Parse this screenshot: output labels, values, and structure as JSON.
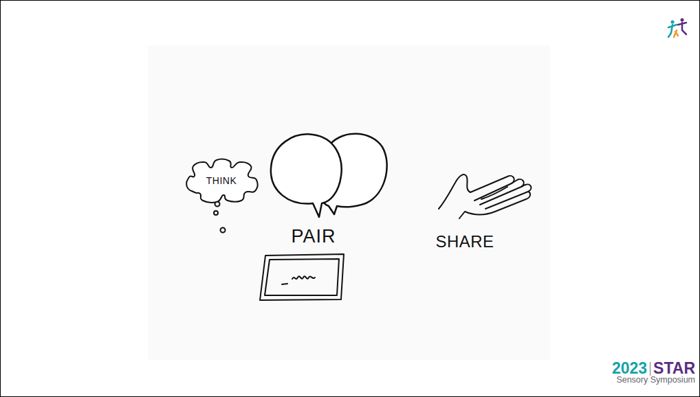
{
  "diagram": {
    "nodes": [
      {
        "text": [
          "THINK"
        ]
      }
    ],
    "labels": [
      "PAIR",
      "SHARE",
      "2023",
      "STAR",
      "Sensory Symposium"
    ]
  }
}
